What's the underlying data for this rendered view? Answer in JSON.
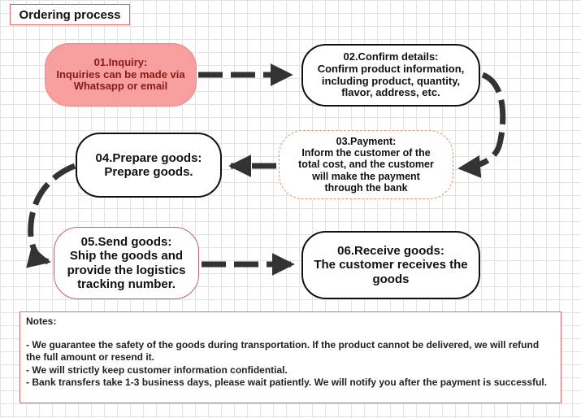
{
  "title": "Ordering process",
  "steps": [
    {
      "title": "01.Inquiry:",
      "body": "Inquiries can be made via\nWhatsapp or email"
    },
    {
      "title": "02.Confirm details:",
      "body": "Confirm product information,\nincluding product, quantity,\nflavor, address, etc."
    },
    {
      "title": "03.Payment:",
      "body": "Inform the customer of the\ntotal cost, and the customer\nwill make the payment\nthrough the bank"
    },
    {
      "title": "04.Prepare goods:",
      "body": "Prepare goods."
    },
    {
      "title": "05.Send goods:",
      "body": "Ship the goods and\nprovide the logistics\ntracking number."
    },
    {
      "title": "06.Receive goods:",
      "body": "The customer receives the\ngoods"
    }
  ],
  "notes": {
    "title": "Notes:",
    "items": [
      "- We guarantee the safety of the goods during transportation. If the product cannot be delivered, we will refund the full amount or resend it.",
      "- We will strictly keep customer information confidential.",
      "- Bank transfers take 1-3 business days, please wait patiently. We will notify you after the payment is successful."
    ]
  },
  "colors": {
    "inquiry_fill": "#f79e9e",
    "inquiry_text": "#8b1a1a",
    "payment_border": "#e6956b",
    "send_border": "#c06078",
    "notes_border": "#e06666",
    "arrow": "#333333"
  }
}
